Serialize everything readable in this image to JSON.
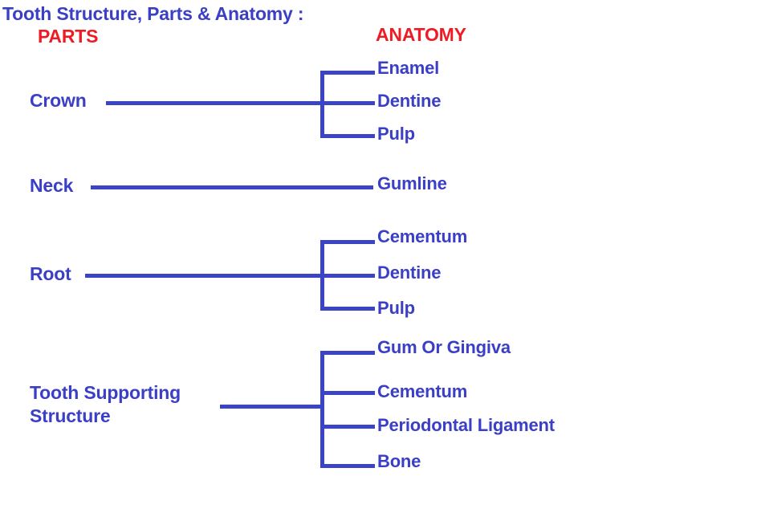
{
  "title": "Tooth Structure, Parts & Anatomy :",
  "colors": {
    "text_blue": "#3a3fc6",
    "header_red": "#ee1b24",
    "line_blue": "#3b44c4",
    "background": "#ffffff"
  },
  "headers": {
    "left": "PARTS",
    "right": "ANATOMY"
  },
  "groups": [
    {
      "part": "Crown",
      "anatomy": [
        "Enamel",
        "Dentine",
        "Pulp"
      ]
    },
    {
      "part": "Neck",
      "anatomy": [
        "Gumline"
      ]
    },
    {
      "part": "Root",
      "anatomy": [
        "Cementum",
        "Dentine",
        "Pulp"
      ]
    },
    {
      "part_line1": "Tooth Supporting",
      "part_line2": "Structure",
      "anatomy": [
        "Gum Or Gingiva",
        "Cementum",
        "Periodontal Ligament",
        "Bone"
      ]
    }
  ]
}
